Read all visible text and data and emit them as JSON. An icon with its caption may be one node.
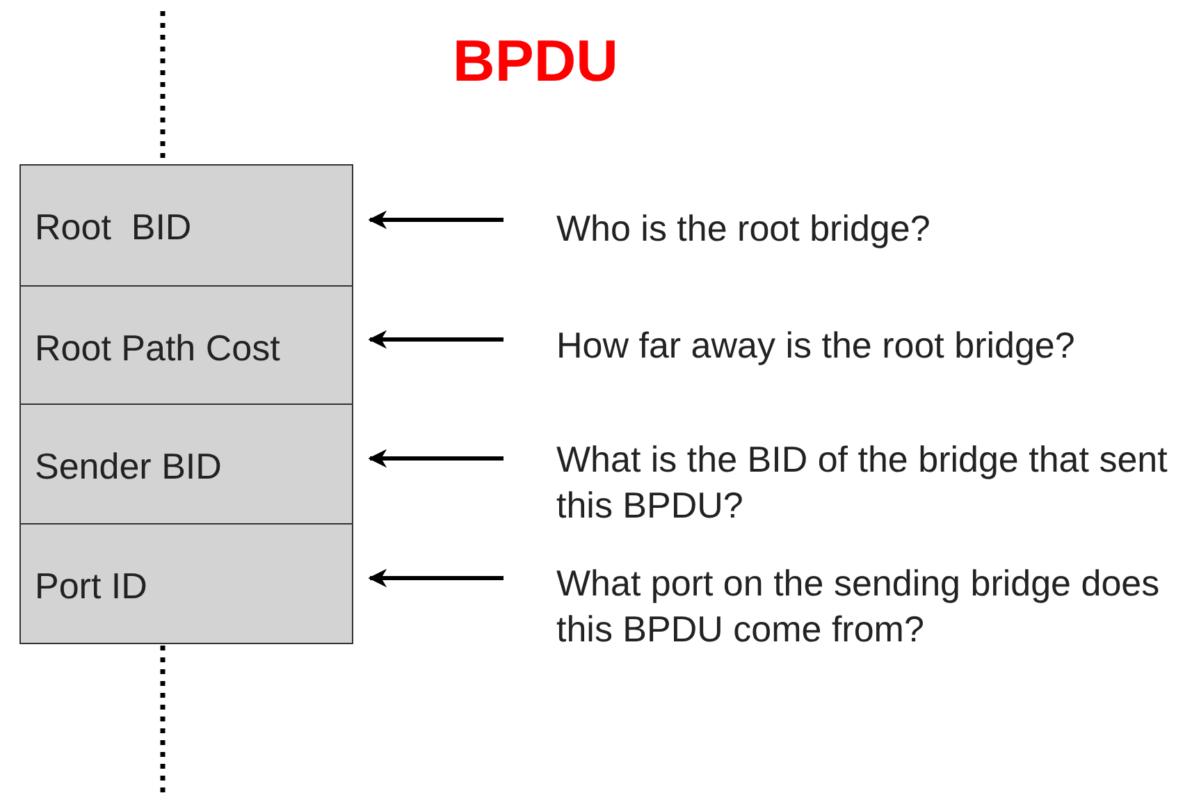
{
  "diagram": {
    "title": "BPDU",
    "nodes": [
      {
        "text": [
          "Root  BID"
        ]
      },
      {
        "text": [
          "Root Path Cost"
        ]
      },
      {
        "text": [
          "Sender BID"
        ]
      },
      {
        "text": [
          "Port ID"
        ]
      },
      {
        "text": [
          "Who is the root bridge?"
        ]
      },
      {
        "text": [
          "How far away is the root bridge?"
        ]
      },
      {
        "text": [
          "What is the BID of the bridge that sent this BPDU?"
        ]
      },
      {
        "text": [
          "What port on the sending bridge does this BPDU come from?"
        ]
      }
    ],
    "edges": [
      {
        "from": 4,
        "to": 0,
        "arrow": "to"
      },
      {
        "from": 5,
        "to": 1,
        "arrow": "to"
      },
      {
        "from": 6,
        "to": 2,
        "arrow": "to"
      },
      {
        "from": 7,
        "to": 3,
        "arrow": "to"
      }
    ]
  }
}
